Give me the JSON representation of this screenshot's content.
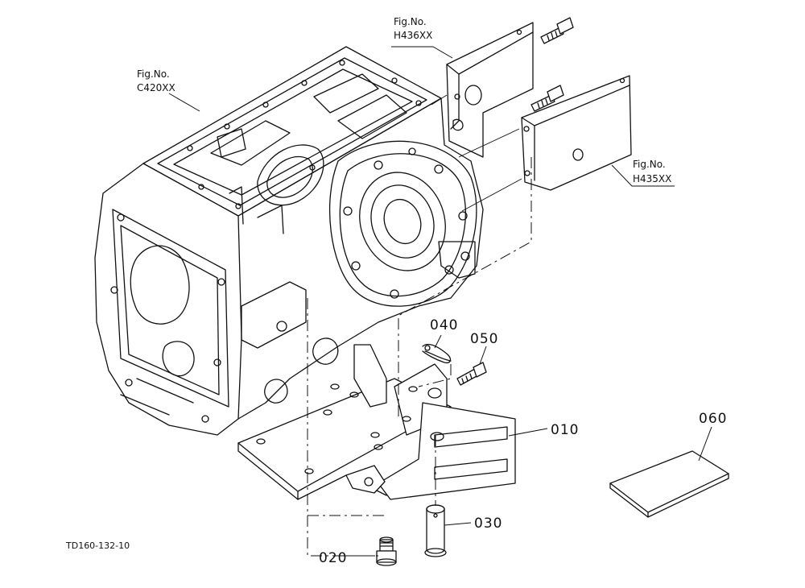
{
  "figure_refs": {
    "c420": {
      "title": "Fig.No.",
      "code": "C420XX"
    },
    "h436": {
      "title": "Fig.No.",
      "code": "H436XX"
    },
    "h435": {
      "title": "Fig.No.",
      "code": "H435XX"
    }
  },
  "parts": {
    "p010": "010",
    "p020": "020",
    "p030": "030",
    "p040": "040",
    "p050": "050",
    "p060": "060"
  },
  "drawing_code": "TD160-132-10"
}
